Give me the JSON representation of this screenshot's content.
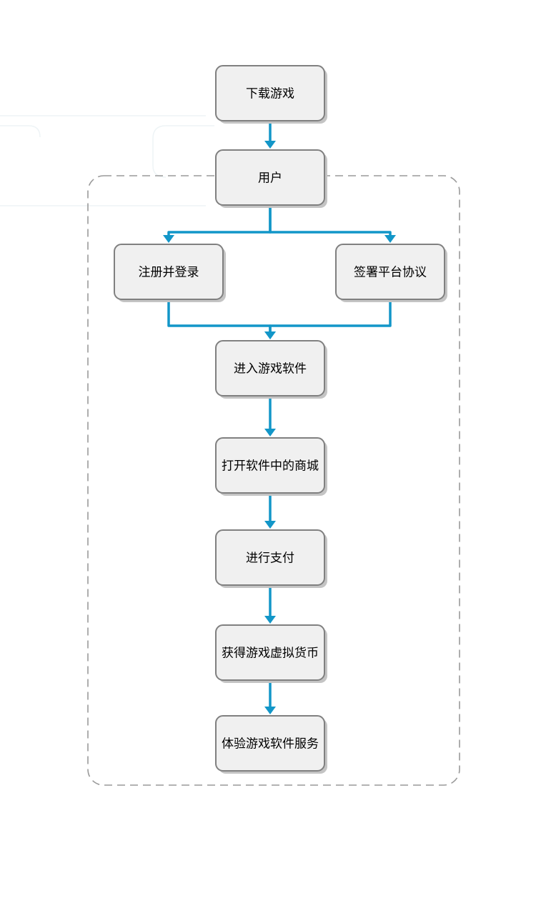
{
  "nodes": [
    {
      "id": "download",
      "label": "下载游戏"
    },
    {
      "id": "user",
      "label": "用户"
    },
    {
      "id": "register",
      "label": "注册并登录"
    },
    {
      "id": "agreement",
      "label": "签署平台协议"
    },
    {
      "id": "enter",
      "label": "进入游戏软件"
    },
    {
      "id": "store",
      "label": "打开软件中的商城"
    },
    {
      "id": "pay",
      "label": "进行支付"
    },
    {
      "id": "currency",
      "label": "获得游戏虚拟货币"
    },
    {
      "id": "experience",
      "label": "体验游戏软件服务"
    }
  ],
  "edges": [
    {
      "from": "download",
      "to": "user"
    },
    {
      "from": "user",
      "to": "register"
    },
    {
      "from": "user",
      "to": "agreement"
    },
    {
      "from": "register",
      "to": "enter"
    },
    {
      "from": "agreement",
      "to": "enter"
    },
    {
      "from": "enter",
      "to": "store"
    },
    {
      "from": "store",
      "to": "pay"
    },
    {
      "from": "pay",
      "to": "currency"
    },
    {
      "from": "currency",
      "to": "experience"
    }
  ],
  "colors": {
    "node_fill": "#f0f0f0",
    "node_border": "#808080",
    "connector": "#1296c8",
    "group_border": "#9a9a9a"
  }
}
